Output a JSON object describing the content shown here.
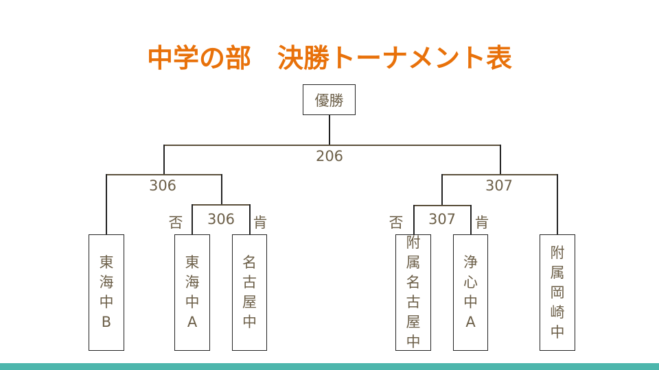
{
  "title": "中学の部　決勝トーナメント表",
  "winner_label": "優勝",
  "final_room": "206",
  "left": {
    "semi_room": "306",
    "quarter_room": "306",
    "no_label": "否",
    "yes_label": "肯"
  },
  "right": {
    "semi_room": "307",
    "quarter_room": "307",
    "no_label": "否",
    "yes_label": "肯"
  },
  "teams": [
    "東海中B",
    "東海中A",
    "名古屋中",
    "附属名古屋中",
    "浄心中A",
    "附属岡崎中"
  ],
  "colors": {
    "title": "#e8710a",
    "text": "#6b5e47",
    "bar": "#4db6ac"
  }
}
